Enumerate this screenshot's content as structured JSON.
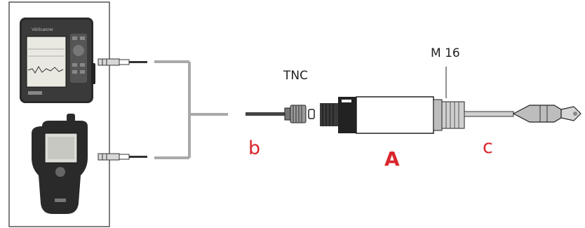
{
  "labels": {
    "tnc": "TNC",
    "m16": "M 16",
    "b": "b",
    "a": "A",
    "c": "c"
  },
  "device_top": {
    "brand": "VibScanner",
    "icon": "handheld-analyzer-device"
  },
  "device_bottom": {
    "icon": "handheld-meter-device"
  },
  "colors": {
    "device_body": "#2a2a2a",
    "cable_gray": "#a9a9a9",
    "label_red": "#d9262c",
    "panel_border": "#555555"
  }
}
